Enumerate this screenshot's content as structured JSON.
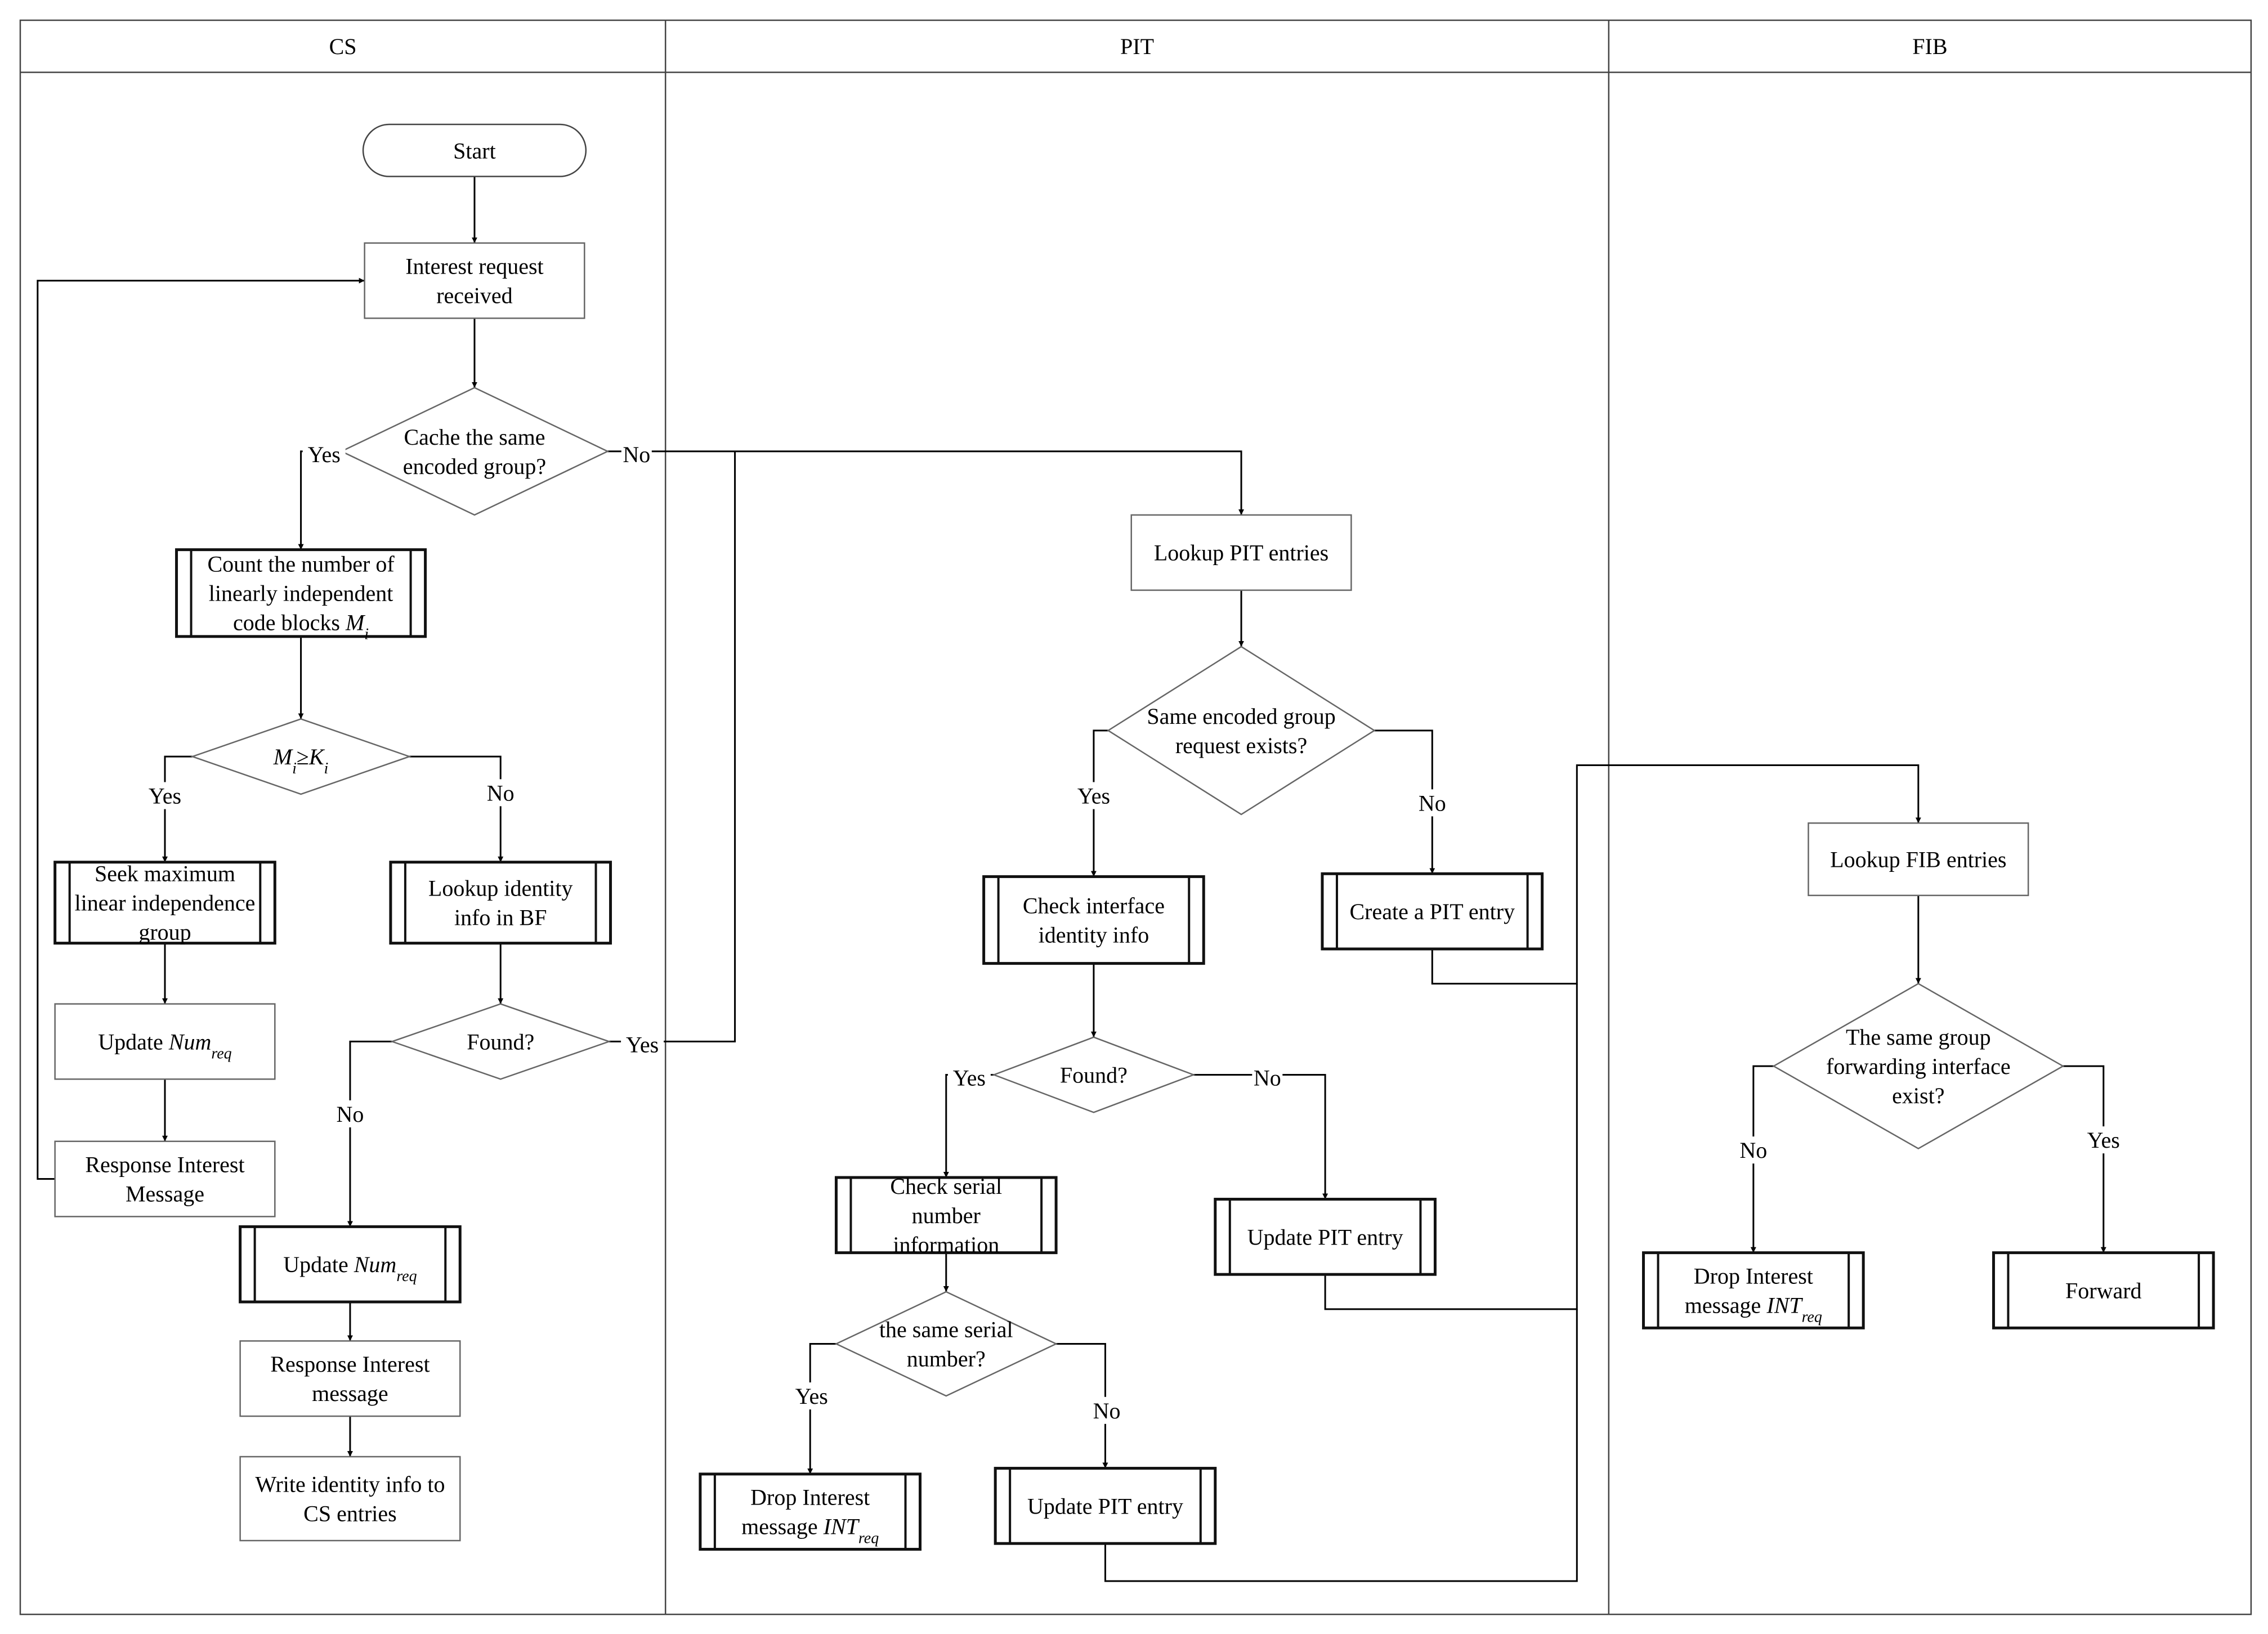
{
  "lanes": [
    {
      "id": "cs",
      "label": "CS"
    },
    {
      "id": "pit",
      "label": "PIT"
    },
    {
      "id": "fib",
      "label": "FIB"
    }
  ],
  "nodes": {
    "start": {
      "shape": "terminal",
      "lines": [
        [
          {
            "t": "Start"
          }
        ]
      ]
    },
    "interest_received": {
      "shape": "process",
      "lines": [
        [
          {
            "t": "Interest request"
          }
        ],
        [
          {
            "t": "received"
          }
        ]
      ]
    },
    "cache_same_group": {
      "shape": "decision",
      "lines": [
        [
          {
            "t": "Cache the same"
          }
        ],
        [
          {
            "t": "encoded group?"
          }
        ]
      ]
    },
    "count_blocks": {
      "shape": "subprocess",
      "lines": [
        [
          {
            "t": "Count the number of"
          }
        ],
        [
          {
            "t": "linearly independent"
          }
        ],
        [
          {
            "t": "code blocks "
          },
          {
            "t": "M",
            "i": true
          },
          {
            "t": "i",
            "i": true,
            "sub": true
          }
        ]
      ]
    },
    "mi_ge_ki": {
      "shape": "decision",
      "lines": [
        [
          {
            "t": "M",
            "i": true
          },
          {
            "t": "i",
            "i": true,
            "sub": true
          },
          {
            "t": "≥"
          },
          {
            "t": "K",
            "i": true
          },
          {
            "t": "i",
            "i": true,
            "sub": true
          }
        ]
      ]
    },
    "seek_max_group": {
      "shape": "subprocess",
      "lines": [
        [
          {
            "t": "Seek maximum"
          }
        ],
        [
          {
            "t": "linear independence"
          }
        ],
        [
          {
            "t": "group"
          }
        ]
      ]
    },
    "update_num_1": {
      "shape": "process",
      "lines": [
        [
          {
            "t": "Update "
          },
          {
            "t": "Num",
            "i": true
          },
          {
            "t": "req",
            "i": true,
            "sub": true
          }
        ]
      ]
    },
    "response_interest_1": {
      "shape": "process",
      "lines": [
        [
          {
            "t": "Response Interest"
          }
        ],
        [
          {
            "t": "Message"
          }
        ]
      ]
    },
    "lookup_bf": {
      "shape": "subprocess",
      "lines": [
        [
          {
            "t": "Lookup identity"
          }
        ],
        [
          {
            "t": "info in BF"
          }
        ]
      ]
    },
    "found_bf": {
      "shape": "decision",
      "lines": [
        [
          {
            "t": "Found?"
          }
        ]
      ]
    },
    "update_num_2": {
      "shape": "subprocess",
      "lines": [
        [
          {
            "t": "Update "
          },
          {
            "t": "Num",
            "i": true
          },
          {
            "t": "req",
            "i": true,
            "sub": true
          }
        ]
      ]
    },
    "response_interest_2": {
      "shape": "process",
      "lines": [
        [
          {
            "t": "Response Interest"
          }
        ],
        [
          {
            "t": "message"
          }
        ]
      ]
    },
    "write_identity": {
      "shape": "process",
      "lines": [
        [
          {
            "t": "Write identity info to"
          }
        ],
        [
          {
            "t": "CS entries"
          }
        ]
      ]
    },
    "lookup_pit": {
      "shape": "process",
      "lines": [
        [
          {
            "t": "Lookup PIT entries"
          }
        ]
      ]
    },
    "same_group_request": {
      "shape": "decision",
      "lines": [
        [
          {
            "t": "Same encoded group"
          }
        ],
        [
          {
            "t": "request exists?"
          }
        ]
      ]
    },
    "check_interface": {
      "shape": "subprocess",
      "lines": [
        [
          {
            "t": "Check interface"
          }
        ],
        [
          {
            "t": "identity info"
          }
        ]
      ]
    },
    "create_pit": {
      "shape": "subprocess",
      "lines": [
        [
          {
            "t": "Create a PIT entry"
          }
        ]
      ]
    },
    "found_pit": {
      "shape": "decision",
      "lines": [
        [
          {
            "t": "Found?"
          }
        ]
      ]
    },
    "check_serial": {
      "shape": "subprocess",
      "lines": [
        [
          {
            "t": "Check serial"
          }
        ],
        [
          {
            "t": "number"
          }
        ],
        [
          {
            "t": "information"
          }
        ]
      ]
    },
    "update_pit_1": {
      "shape": "subprocess",
      "lines": [
        [
          {
            "t": "Update PIT entry"
          }
        ]
      ]
    },
    "same_serial": {
      "shape": "decision",
      "lines": [
        [
          {
            "t": "the same serial"
          }
        ],
        [
          {
            "t": "number?"
          }
        ]
      ]
    },
    "drop_interest_pit": {
      "shape": "subprocess",
      "lines": [
        [
          {
            "t": "Drop Interest"
          }
        ],
        [
          {
            "t": "message "
          },
          {
            "t": "INT",
            "i": true
          },
          {
            "t": "req",
            "i": true,
            "sub": true
          }
        ]
      ]
    },
    "update_pit_2": {
      "shape": "subprocess",
      "lines": [
        [
          {
            "t": "Update PIT entry"
          }
        ]
      ]
    },
    "lookup_fib": {
      "shape": "process",
      "lines": [
        [
          {
            "t": "Lookup FIB entries"
          }
        ]
      ]
    },
    "same_forwarding": {
      "shape": "decision",
      "lines": [
        [
          {
            "t": "The same group"
          }
        ],
        [
          {
            "t": "forwarding interface"
          }
        ],
        [
          {
            "t": "exist?"
          }
        ]
      ]
    },
    "drop_interest_fib": {
      "shape": "subprocess",
      "lines": [
        [
          {
            "t": "Drop Interest"
          }
        ],
        [
          {
            "t": "message "
          },
          {
            "t": "INT",
            "i": true
          },
          {
            "t": "req",
            "i": true,
            "sub": true
          }
        ]
      ]
    },
    "forward": {
      "shape": "subprocess",
      "lines": [
        [
          {
            "t": "Forward"
          }
        ]
      ]
    }
  },
  "edges": [
    {
      "id": "start-to-interest-received",
      "from": "start",
      "to": "interest_received",
      "label": ""
    },
    {
      "id": "interest-received-to-cache-decision",
      "from": "interest_received",
      "to": "cache_same_group",
      "label": ""
    },
    {
      "id": "cache-yes-to-count-blocks",
      "from": "cache_same_group",
      "to": "count_blocks",
      "label": "Yes"
    },
    {
      "id": "cache-no-to-lookup-pit",
      "from": "cache_same_group",
      "to": "lookup_pit",
      "label": "No"
    },
    {
      "id": "count-blocks-to-mi-ki",
      "from": "count_blocks",
      "to": "mi_ge_ki",
      "label": ""
    },
    {
      "id": "mi-ki-yes-to-seek-group",
      "from": "mi_ge_ki",
      "to": "seek_max_group",
      "label": "Yes"
    },
    {
      "id": "mi-ki-no-to-lookup-bf",
      "from": "mi_ge_ki",
      "to": "lookup_bf",
      "label": "No"
    },
    {
      "id": "seek-group-to-update-num",
      "from": "seek_max_group",
      "to": "update_num_1",
      "label": ""
    },
    {
      "id": "update-num-to-response-interest",
      "from": "update_num_1",
      "to": "response_interest_1",
      "label": ""
    },
    {
      "id": "response-interest-loop-to-interest-received",
      "from": "response_interest_1",
      "to": "interest_received",
      "label": ""
    },
    {
      "id": "lookup-bf-to-found",
      "from": "lookup_bf",
      "to": "found_bf",
      "label": ""
    },
    {
      "id": "found-bf-no-to-update-num",
      "from": "found_bf",
      "to": "update_num_2",
      "label": "No"
    },
    {
      "id": "found-bf-yes-to-lookup-pit",
      "from": "found_bf",
      "to": "lookup_pit",
      "label": "Yes"
    },
    {
      "id": "update-num-to-response-message",
      "from": "update_num_2",
      "to": "response_interest_2",
      "label": ""
    },
    {
      "id": "response-message-to-write-identity",
      "from": "response_interest_2",
      "to": "write_identity",
      "label": ""
    },
    {
      "id": "lookup-pit-to-same-group-request",
      "from": "lookup_pit",
      "to": "same_group_request",
      "label": ""
    },
    {
      "id": "same-group-yes-to-check-interface",
      "from": "same_group_request",
      "to": "check_interface",
      "label": "Yes"
    },
    {
      "id": "same-group-no-to-create-pit",
      "from": "same_group_request",
      "to": "create_pit",
      "label": "No"
    },
    {
      "id": "check-interface-to-found",
      "from": "check_interface",
      "to": "found_pit",
      "label": ""
    },
    {
      "id": "found-pit-yes-to-check-serial",
      "from": "found_pit",
      "to": "check_serial",
      "label": "Yes"
    },
    {
      "id": "found-pit-no-to-update-pit",
      "from": "found_pit",
      "to": "update_pit_1",
      "label": "No"
    },
    {
      "id": "check-serial-to-same-serial",
      "from": "check_serial",
      "to": "same_serial",
      "label": ""
    },
    {
      "id": "same-serial-yes-to-drop-interest",
      "from": "same_serial",
      "to": "drop_interest_pit",
      "label": "Yes"
    },
    {
      "id": "same-serial-no-to-update-pit",
      "from": "same_serial",
      "to": "update_pit_2",
      "label": "No"
    },
    {
      "id": "pit-exits-to-lookup-fib",
      "from": "create_pit",
      "to": "lookup_fib",
      "label": ""
    },
    {
      "id": "update-pit-1-to-merge",
      "from": "update_pit_1",
      "to": "lookup_fib",
      "label": ""
    },
    {
      "id": "update-pit-2-to-merge",
      "from": "update_pit_2",
      "to": "lookup_fib",
      "label": ""
    },
    {
      "id": "lookup-fib-to-same-forwarding",
      "from": "lookup_fib",
      "to": "same_forwarding",
      "label": ""
    },
    {
      "id": "same-forwarding-no-to-drop",
      "from": "same_forwarding",
      "to": "drop_interest_fib",
      "label": "No"
    },
    {
      "id": "same-forwarding-yes-to-forward",
      "from": "same_forwarding",
      "to": "forward",
      "label": "Yes"
    }
  ]
}
